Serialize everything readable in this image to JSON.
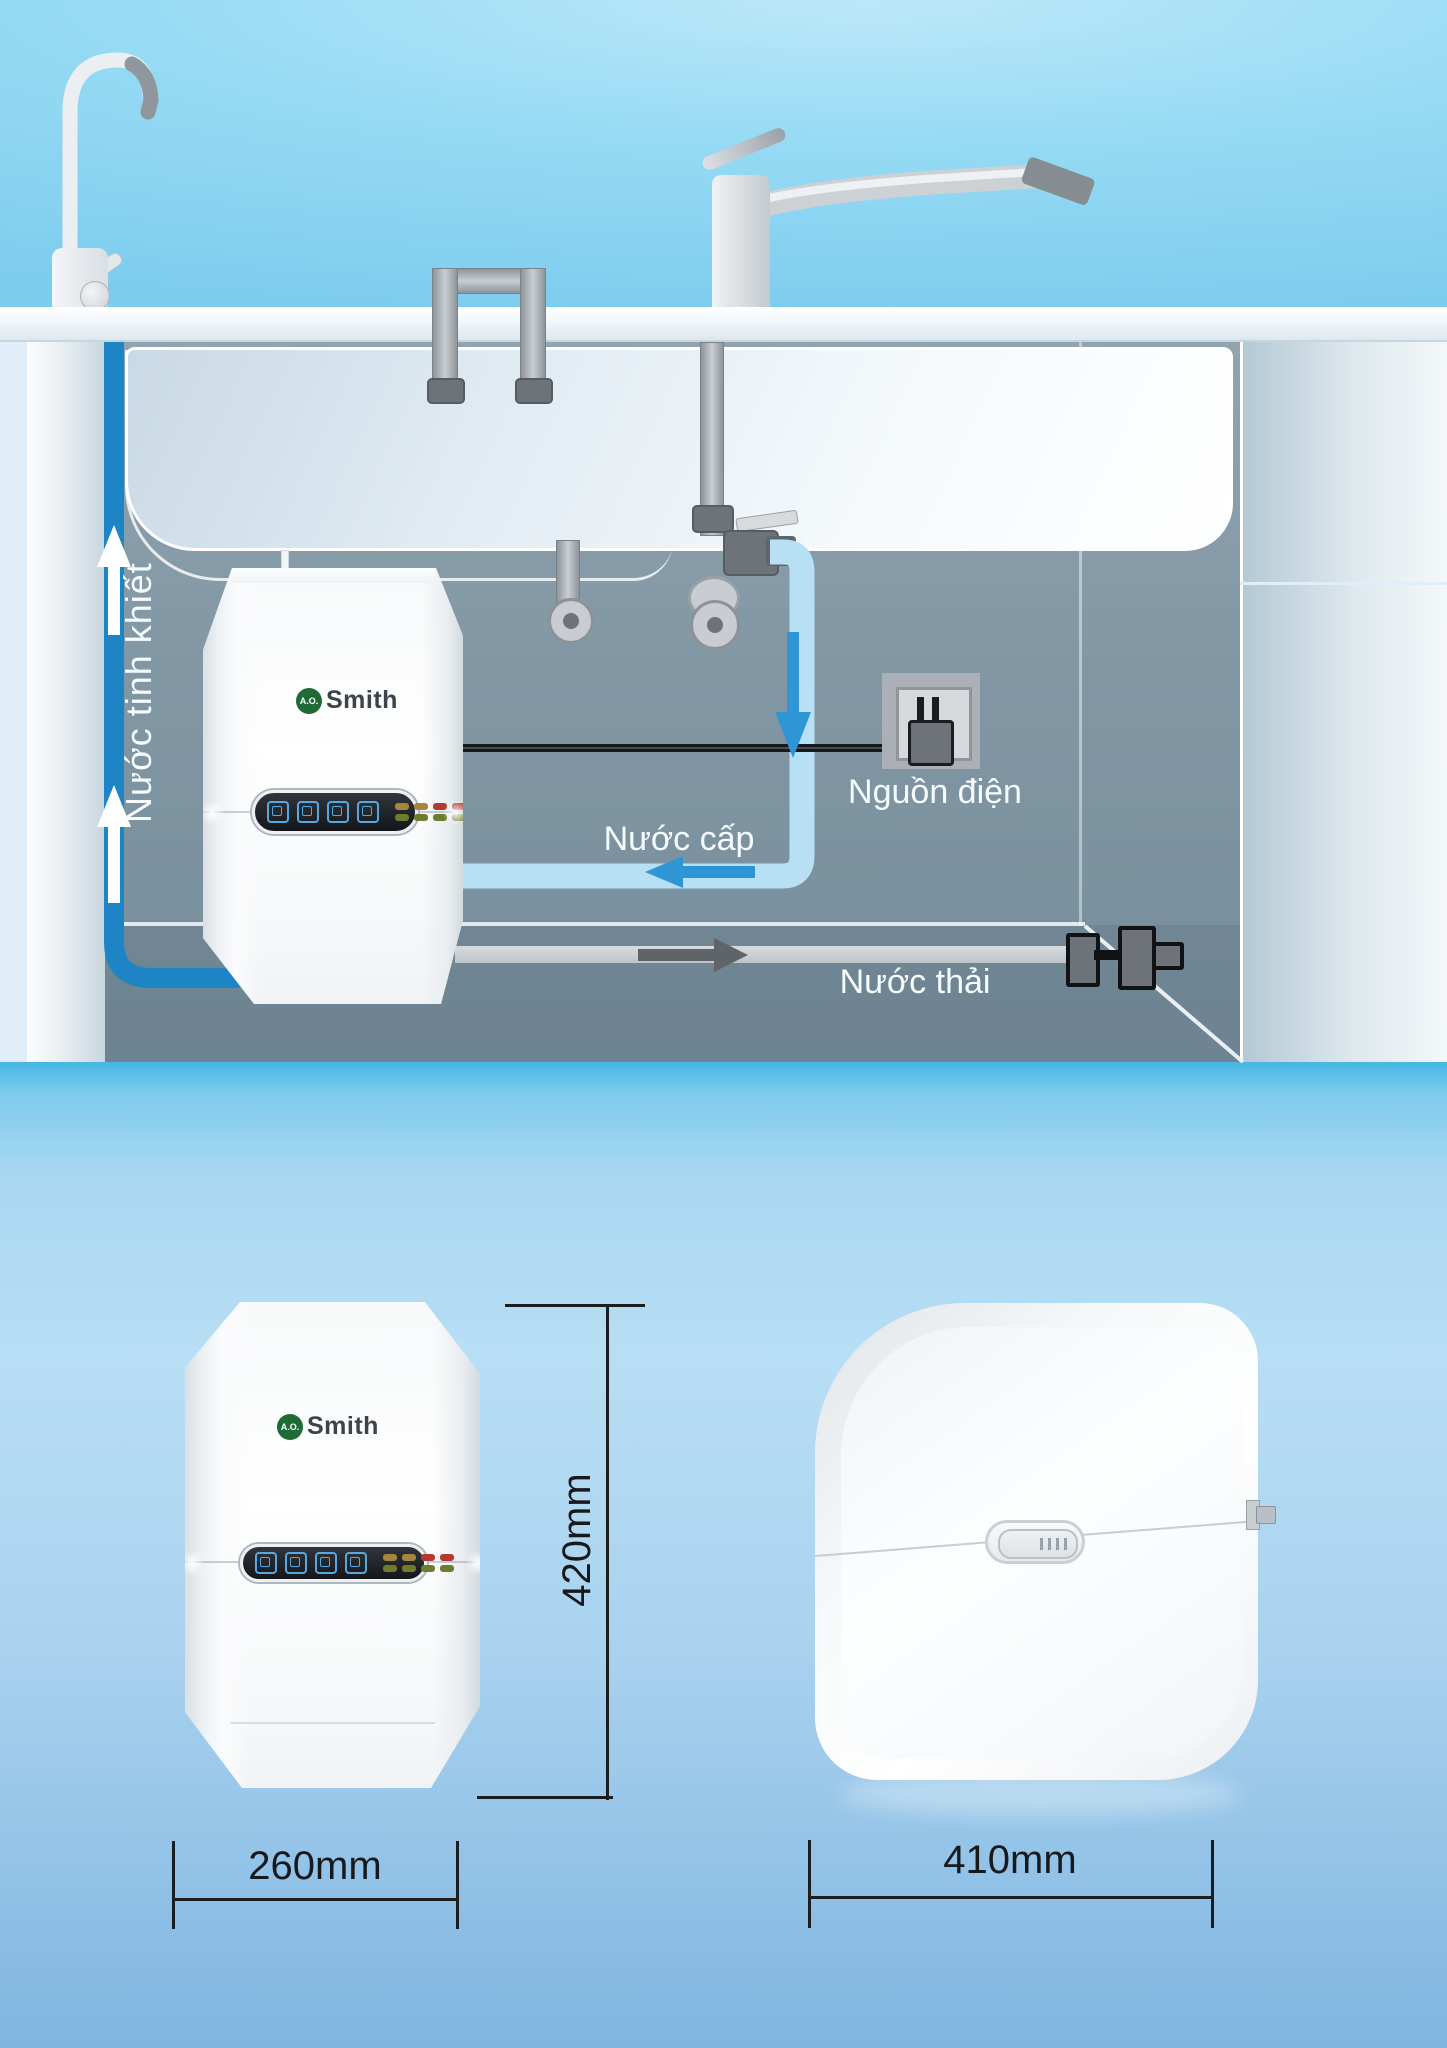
{
  "diagram": {
    "labels": {
      "pure_water": "Nước tinh khiết",
      "supply_water": "Nước cấp",
      "power_source": "Nguồn điện",
      "waste_water": "Nước thải"
    },
    "brand": {
      "monogram": "A.O.",
      "name": "Smith"
    }
  },
  "product_views": {
    "front": {
      "height": "420mm",
      "width": "260mm"
    },
    "side": {
      "depth": "410mm"
    }
  },
  "icons": {
    "panel_icons": [
      "fan-icon",
      "filter-icon",
      "tank-icon",
      "service-icon"
    ],
    "indicator_lights": [
      "amber",
      "amber",
      "red",
      "red",
      "green",
      "green",
      "green",
      "green"
    ],
    "flow_arrows": [
      "up-arrow",
      "down-arrow",
      "left-arrow",
      "right-arrow"
    ]
  },
  "colors": {
    "pure_water_pipe": "#1d85c6",
    "supply_pipe": "#b8e0f4",
    "flow_arrow_blue": "#2f96d5",
    "waste_pipe": "#c9cdd1",
    "cabinet_interior": "#8296a3",
    "brand_green": "#1f6b35",
    "sky_blue": "#8ed5f2"
  }
}
